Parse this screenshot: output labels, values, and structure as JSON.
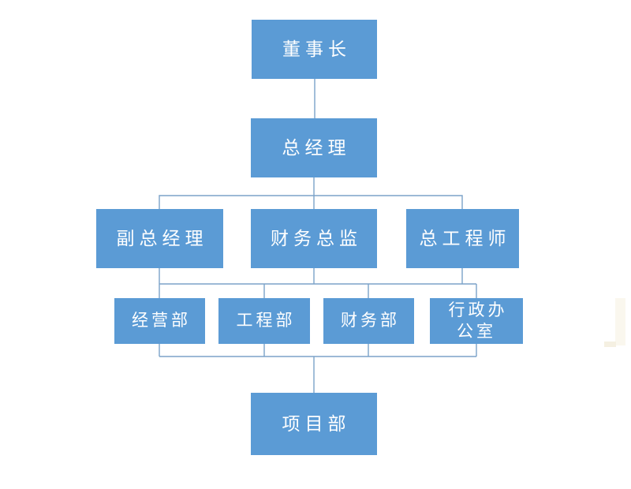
{
  "diagram": {
    "type": "org-chart",
    "nodes": {
      "chairman": "董事长",
      "general_manager": "总经理",
      "deputy_general_manager": "副总经理",
      "finance_director": "财务总监",
      "chief_engineer": "总工程师",
      "operations_dept": "经营部",
      "engineering_dept": "工程部",
      "finance_dept": "财务部",
      "admin_office": "行政办公室",
      "project_dept": "项目部"
    },
    "levels": [
      [
        "董事长"
      ],
      [
        "总经理"
      ],
      [
        "副总经理",
        "财务总监",
        "总工程师"
      ],
      [
        "经营部",
        "工程部",
        "财务部",
        "行政办公室"
      ],
      [
        "项目部"
      ]
    ]
  },
  "colors": {
    "background": "#FFFFFF",
    "node_fill": "#5B9BD5",
    "node_text": "#FFFFFF",
    "connector": "#7BA2C9"
  }
}
